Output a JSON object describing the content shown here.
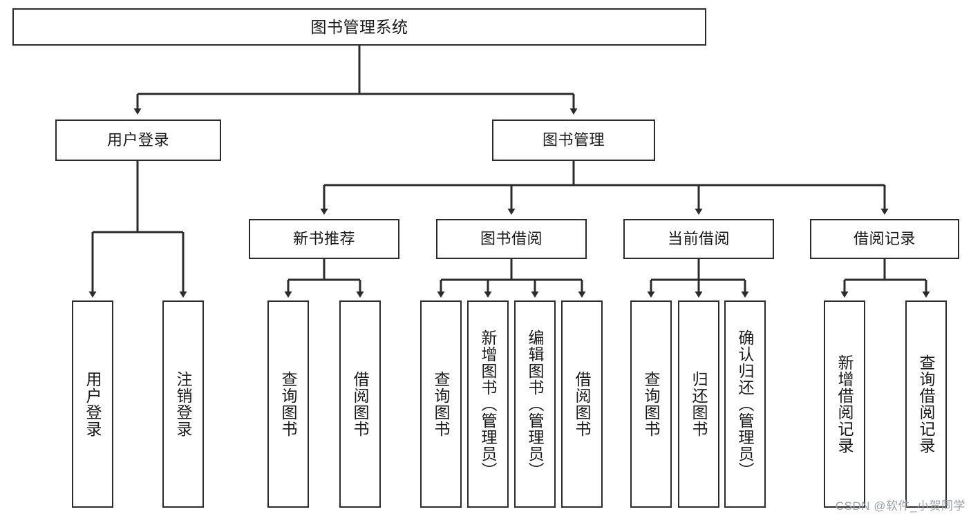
{
  "diagram": {
    "title": "图书管理系统",
    "type": "hierarchy-tree",
    "stroke_color": "#2b2b2b",
    "fill_color": "#ffffff",
    "text_color": "#1a1a1a"
  },
  "nodes": {
    "root": {
      "label": "图书管理系统"
    },
    "level2": [
      {
        "id": "user-login",
        "label": "用户登录"
      },
      {
        "id": "book-manage",
        "label": "图书管理"
      }
    ],
    "level3": [
      {
        "id": "new-book-recommend",
        "label": "新书推荐"
      },
      {
        "id": "book-borrow",
        "label": "图书借阅"
      },
      {
        "id": "current-borrow",
        "label": "当前借阅"
      },
      {
        "id": "borrow-record",
        "label": "借阅记录"
      }
    ],
    "leaves": [
      {
        "id": "leaf-user-login",
        "label": "用户登录"
      },
      {
        "id": "leaf-logout-login",
        "label": "注销登录"
      },
      {
        "id": "leaf-query-book-1",
        "label": "查询图书"
      },
      {
        "id": "leaf-borrow-book-1",
        "label": "借阅图书"
      },
      {
        "id": "leaf-query-book-2",
        "label": "查询图书"
      },
      {
        "id": "leaf-add-book",
        "label": "新增图书（管理员）"
      },
      {
        "id": "leaf-edit-book",
        "label": "编辑图书（管理员）"
      },
      {
        "id": "leaf-borrow-book-2",
        "label": "借阅图书"
      },
      {
        "id": "leaf-query-book-3",
        "label": "查询图书"
      },
      {
        "id": "leaf-return-book",
        "label": "归还图书"
      },
      {
        "id": "leaf-confirm-return",
        "label": "确认归还（管理员）"
      },
      {
        "id": "leaf-add-record",
        "label": "新增借阅记录"
      },
      {
        "id": "leaf-query-record",
        "label": "查询借阅记录"
      }
    ]
  },
  "watermark": {
    "text": "CSDN @软件_小贺同学"
  }
}
